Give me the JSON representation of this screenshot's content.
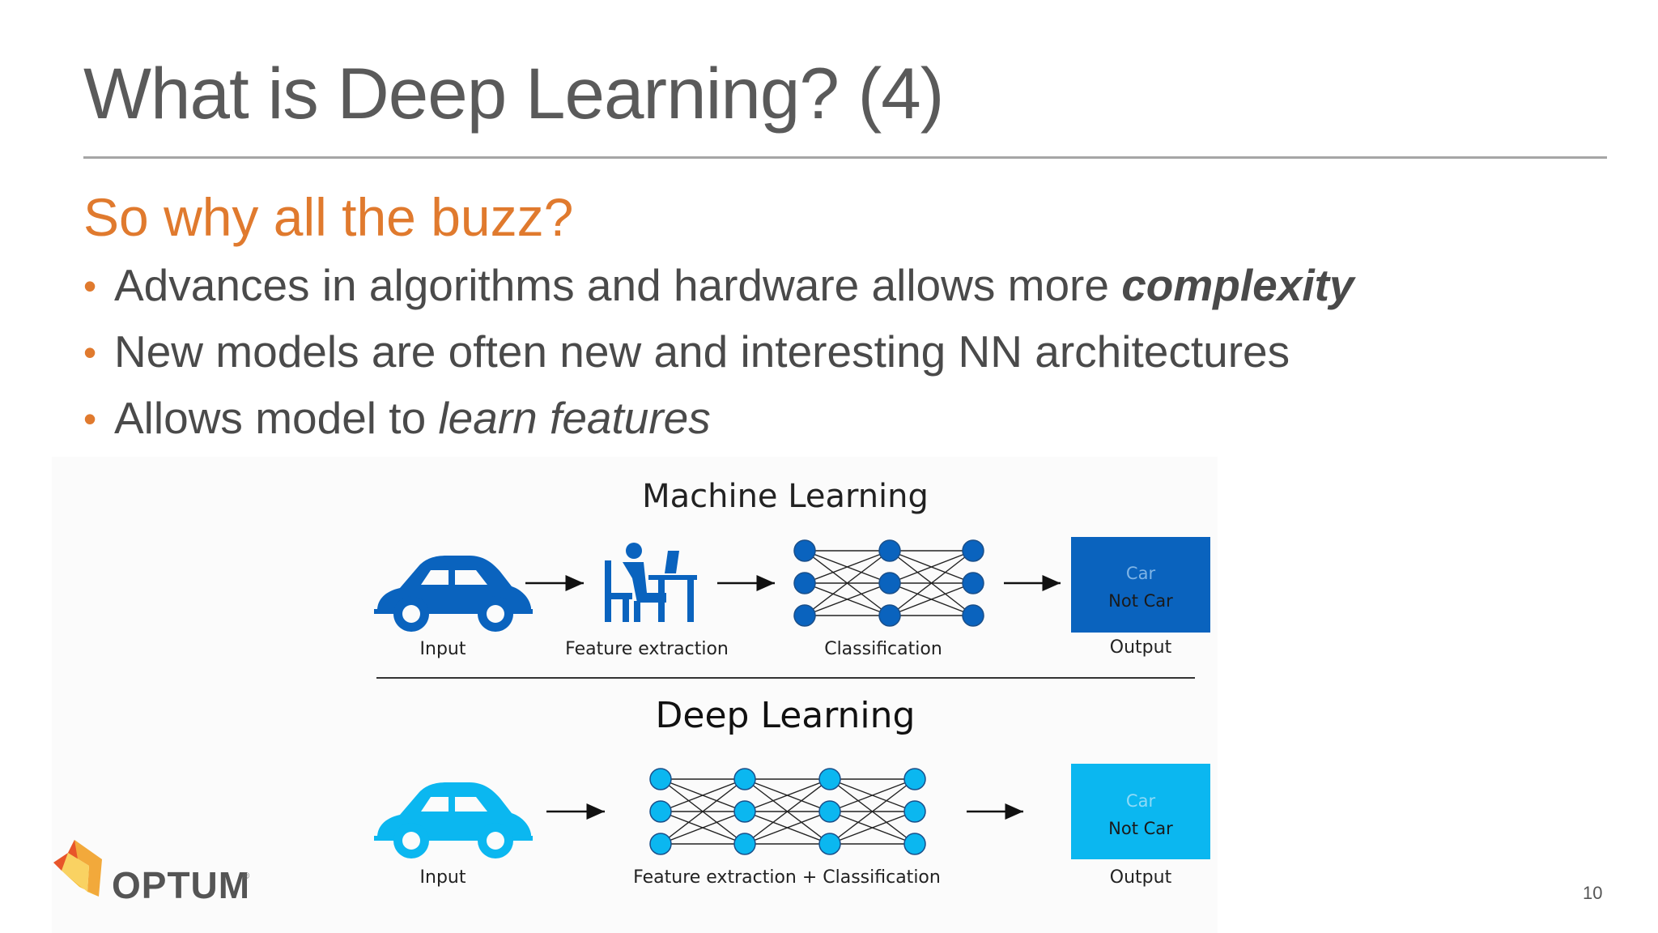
{
  "slide": {
    "title": "What is Deep Learning? (4)",
    "subtitle": "So why all the buzz?",
    "bullets": [
      {
        "text": "Advances in algorithms and hardware allows more ",
        "emphasis": "complexity"
      },
      {
        "text": "New models are often new and interesting NN architectures"
      },
      {
        "text": "Allows model to ",
        "emphasis": "learn features"
      }
    ],
    "page_number": "10"
  },
  "figure": {
    "ml": {
      "heading": "Machine Learning",
      "labels": {
        "input": "Input",
        "feature": "Feature extraction",
        "classification": "Classification",
        "output": "Output"
      },
      "output_box": {
        "line1": "Car",
        "line2": "Not Car"
      }
    },
    "dl": {
      "heading": "Deep Learning",
      "labels": {
        "input": "Input",
        "feature_class": "Feature extraction + Classification",
        "output": "Output"
      },
      "output_box": {
        "line1": "Car",
        "line2": "Not Car"
      }
    }
  },
  "logo": {
    "word": "OPTUM",
    "reg": "®"
  },
  "colors": {
    "title": "#5a5a5a",
    "accent_orange": "#e07a2e",
    "body_text": "#4a4a4a",
    "ml_blue": "#0a63be",
    "dl_blue": "#0bb7f0"
  }
}
